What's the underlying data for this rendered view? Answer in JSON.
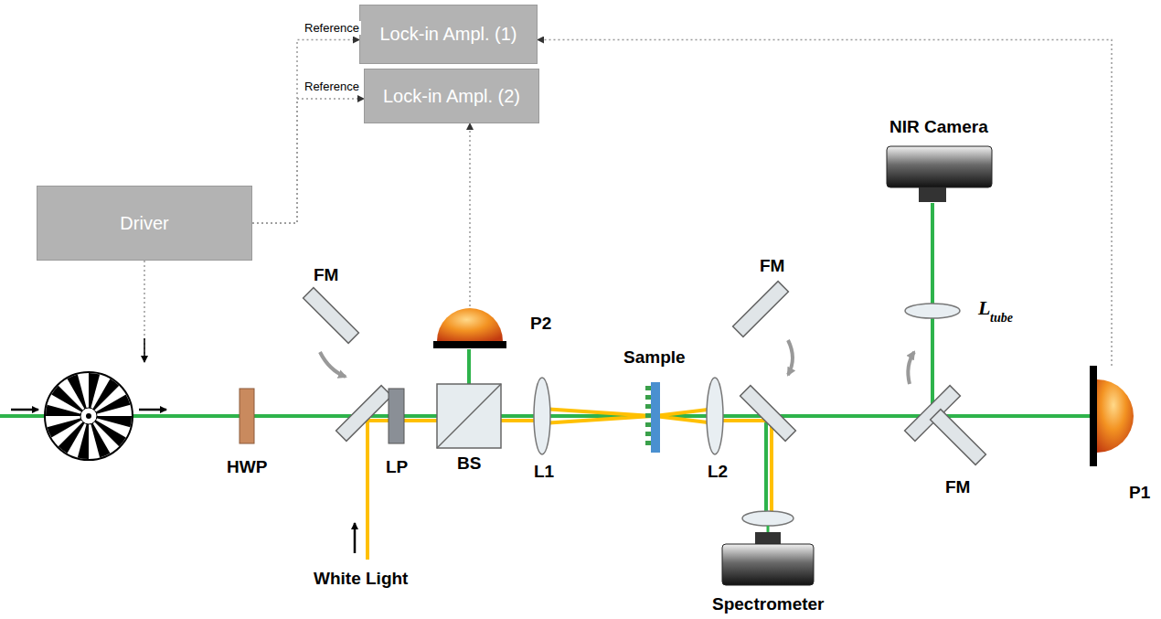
{
  "diagram": {
    "nodes": [
      {
        "text": [
          "Lock-in Ampl. (1)"
        ]
      },
      {
        "text": [
          "Lock-in Ampl. (2)"
        ]
      },
      {
        "text": [
          "Driver"
        ]
      },
      {
        "text": [
          "P2"
        ]
      },
      {
        "text": [
          "P1"
        ]
      }
    ],
    "edges": [
      {
        "from": 2,
        "to": 0,
        "arrow": "to",
        "label": "Reference"
      },
      {
        "from": 2,
        "to": 1,
        "arrow": "to",
        "label": "Reference"
      },
      {
        "from": 3,
        "to": 1,
        "arrow": "to"
      },
      {
        "from": 4,
        "to": 0,
        "arrow": "to"
      }
    ],
    "labels": [
      "NIR Camera",
      "L",
      "tube",
      "FM",
      "FM",
      "FM",
      "HWP",
      "LP",
      "BS",
      "L1",
      "Sample",
      "L2",
      "White Light",
      "Spectrometer"
    ]
  }
}
